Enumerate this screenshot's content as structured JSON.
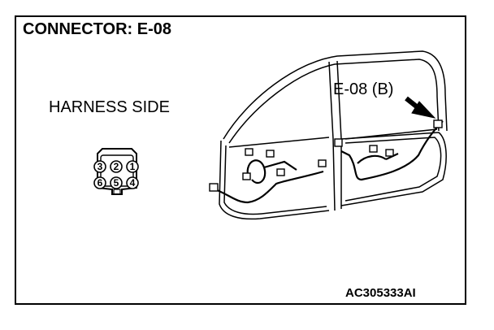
{
  "header": {
    "title": "CONNECTOR: E-08"
  },
  "connector_face": {
    "label": "HARNESS SIDE",
    "top_row_pins": [
      "3",
      "2",
      "1"
    ],
    "bottom_row_pins": [
      "6",
      "5",
      "4"
    ]
  },
  "vehicle_view": {
    "callout_label": "E-08 (B)"
  },
  "footer": {
    "figure_code": "AC305333AI"
  }
}
